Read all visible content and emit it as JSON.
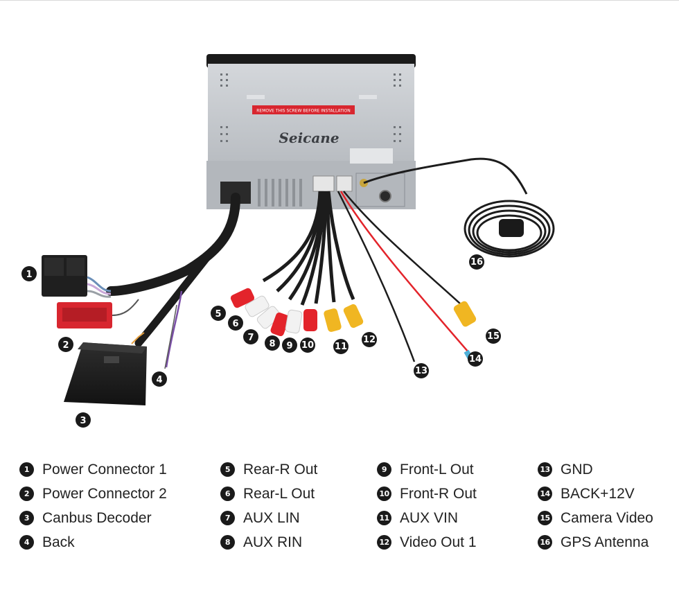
{
  "unit": {
    "brand": "Seicane",
    "warning_label": "REMOVE THIS SCREW BEFORE INSTALLATION"
  },
  "callouts": [
    "1",
    "2",
    "3",
    "4",
    "5",
    "6",
    "7",
    "8",
    "9",
    "10",
    "11",
    "12",
    "13",
    "14",
    "15",
    "16"
  ],
  "legend": {
    "columns": [
      [
        {
          "num": "1",
          "label": "Power Connector 1"
        },
        {
          "num": "2",
          "label": "Power Connector 2"
        },
        {
          "num": "3",
          "label": "Canbus Decoder"
        },
        {
          "num": "4",
          "label": "Back"
        }
      ],
      [
        {
          "num": "5",
          "label": "Rear-R Out"
        },
        {
          "num": "6",
          "label": "Rear-L Out"
        },
        {
          "num": "7",
          "label": "AUX LIN"
        },
        {
          "num": "8",
          "label": "AUX RIN"
        }
      ],
      [
        {
          "num": "9",
          "label": "Front-L Out"
        },
        {
          "num": "10",
          "label": "Front-R Out"
        },
        {
          "num": "11",
          "label": "AUX VIN"
        },
        {
          "num": "12",
          "label": "Video Out 1"
        }
      ],
      [
        {
          "num": "13",
          "label": "GND"
        },
        {
          "num": "14",
          "label": "BACK+12V"
        },
        {
          "num": "15",
          "label": "Camera Video"
        },
        {
          "num": "16",
          "label": "GPS Antenna"
        }
      ]
    ]
  },
  "colors": {
    "badge": "#1a1a1a",
    "rca_red": "#e3242b",
    "rca_white": "#f2f2f2",
    "rca_yellow": "#f0b622",
    "harness": "#1c1c1c",
    "connector_red": "#d8262f",
    "unit_body": "#c9ccd0"
  }
}
